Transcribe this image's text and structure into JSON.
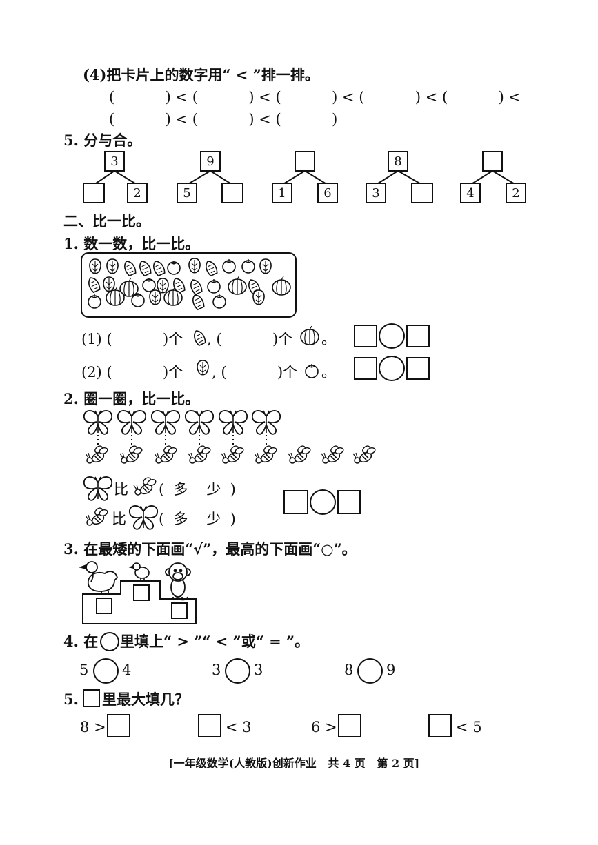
{
  "sec4": {
    "q4_title": "(4)把卡片上的数字用“ < ”排一排。",
    "q4_row1": "(           ) < (           ) < (           ) < (           ) < (           ) <",
    "q4_row2": "(           ) < (           ) < (           )"
  },
  "sec5": {
    "title": "5. 分与合。",
    "trees": [
      {
        "top": "3",
        "left": "",
        "right": "2"
      },
      {
        "top": "9",
        "left": "5",
        "right": ""
      },
      {
        "top": "",
        "left": "1",
        "right": "6"
      },
      {
        "top": "8",
        "left": "3",
        "right": ""
      },
      {
        "top": "",
        "left": "4",
        "right": "2"
      }
    ]
  },
  "part2": {
    "title": "二、比一比。",
    "q1": {
      "title": "1. 数一数，比一比。",
      "line1_a": "(1) (           )个",
      "line1_b": ", (           )个",
      "line1_c": "。",
      "line2_a": "(2) (           )个",
      "line2_b": ", (           )个",
      "line2_c": "。"
    },
    "q2": {
      "title": "2. 圈一圈，比一比。",
      "bi": "比",
      "choice": "(  多    少  )"
    },
    "q3": {
      "title": "3. 在最矮的下面画“√”，最高的下面画“○”。"
    },
    "q4": {
      "title_a": "4. 在",
      "title_b": "里填上“ > ”“ < ”或“ = ”。",
      "items": [
        {
          "left": "5",
          "right": "4"
        },
        {
          "left": "3",
          "right": "3"
        },
        {
          "left": "8",
          "right": "9"
        }
      ]
    },
    "q5": {
      "title_a": "5.",
      "title_b": "里最大填几？",
      "items": [
        {
          "before": "8 >",
          "after": ""
        },
        {
          "before": "",
          "after": "< 3"
        },
        {
          "before": "6 >",
          "after": ""
        },
        {
          "before": "",
          "after": "< 5"
        }
      ]
    }
  },
  "footer": "[一年级数学(人教版)创新作业   共 4 页   第 2 页]"
}
